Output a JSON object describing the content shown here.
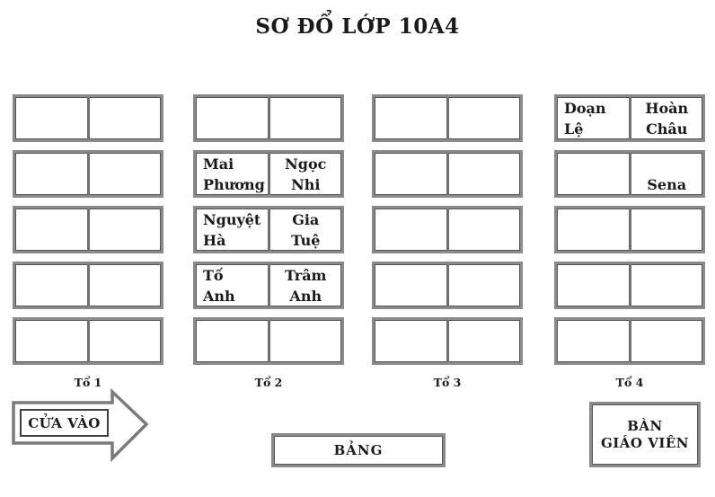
{
  "title": "SƠ ĐỔ LỚP 10A4",
  "colors": {
    "background": "#ffffff",
    "border_gray": "#8a8a8a",
    "border_dark": "#565656",
    "text": "#1a1a1a"
  },
  "groups": [
    {
      "label": "Tổ 1",
      "desks": [
        {
          "left": {
            "lines": [
              "",
              ""
            ]
          },
          "right": {
            "lines": [
              "",
              ""
            ]
          }
        },
        {
          "left": {
            "lines": [
              "",
              ""
            ]
          },
          "right": {
            "lines": [
              "",
              ""
            ]
          }
        },
        {
          "left": {
            "lines": [
              "",
              ""
            ]
          },
          "right": {
            "lines": [
              "",
              ""
            ]
          }
        },
        {
          "left": {
            "lines": [
              "",
              ""
            ]
          },
          "right": {
            "lines": [
              "",
              ""
            ]
          }
        },
        {
          "left": {
            "lines": [
              "",
              ""
            ]
          },
          "right": {
            "lines": [
              "",
              ""
            ]
          }
        }
      ]
    },
    {
      "label": "Tổ 2",
      "desks": [
        {
          "left": {
            "lines": [
              "",
              ""
            ]
          },
          "right": {
            "lines": [
              "",
              ""
            ]
          }
        },
        {
          "left": {
            "lines": [
              "Mai",
              "Phương"
            ],
            "align": "left"
          },
          "right": {
            "lines": [
              "Ngọc",
              "Nhi"
            ],
            "align": "center"
          }
        },
        {
          "left": {
            "lines": [
              "Nguyệt",
              "Hà"
            ],
            "align": "left"
          },
          "right": {
            "lines": [
              "Gia",
              "Tuệ"
            ],
            "align": "center"
          }
        },
        {
          "left": {
            "lines": [
              "Tố",
              "Anh"
            ],
            "align": "left"
          },
          "right": {
            "lines": [
              "Trâm",
              "Anh"
            ],
            "align": "center"
          }
        },
        {
          "left": {
            "lines": [
              "",
              ""
            ]
          },
          "right": {
            "lines": [
              "",
              ""
            ]
          }
        }
      ]
    },
    {
      "label": "Tổ 3",
      "desks": [
        {
          "left": {
            "lines": [
              "",
              ""
            ]
          },
          "right": {
            "lines": [
              "",
              ""
            ]
          }
        },
        {
          "left": {
            "lines": [
              "",
              ""
            ]
          },
          "right": {
            "lines": [
              "",
              ""
            ]
          }
        },
        {
          "left": {
            "lines": [
              "",
              ""
            ]
          },
          "right": {
            "lines": [
              "",
              ""
            ]
          }
        },
        {
          "left": {
            "lines": [
              "",
              ""
            ]
          },
          "right": {
            "lines": [
              "",
              ""
            ]
          }
        },
        {
          "left": {
            "lines": [
              "",
              ""
            ]
          },
          "right": {
            "lines": [
              "",
              ""
            ]
          }
        }
      ]
    },
    {
      "label": "Tổ 4",
      "desks": [
        {
          "left": {
            "lines": [
              "Doạn",
              "Lệ"
            ],
            "align": "left"
          },
          "right": {
            "lines": [
              "Hoàn",
              "Châu"
            ],
            "align": "center"
          }
        },
        {
          "left": {
            "lines": [
              "",
              ""
            ]
          },
          "right": {
            "lines": [
              "",
              "Sena"
            ],
            "align": "center"
          }
        },
        {
          "left": {
            "lines": [
              "",
              ""
            ]
          },
          "right": {
            "lines": [
              "",
              ""
            ]
          }
        },
        {
          "left": {
            "lines": [
              "",
              ""
            ]
          },
          "right": {
            "lines": [
              "",
              ""
            ]
          }
        },
        {
          "left": {
            "lines": [
              "",
              ""
            ]
          },
          "right": {
            "lines": [
              "",
              ""
            ]
          }
        }
      ]
    }
  ],
  "entrance": {
    "label": "CỬA VÀO"
  },
  "board": {
    "label": "BẢNG"
  },
  "teacher_desk": {
    "lines": [
      "BÀN",
      "GIÁO VIÊN"
    ]
  }
}
